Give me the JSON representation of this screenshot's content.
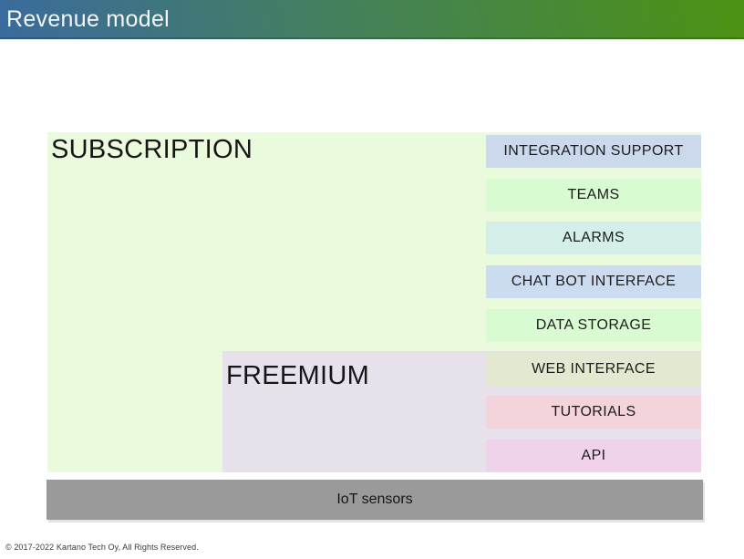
{
  "header": {
    "title": "Revenue model",
    "gradient_from": "#3a6b9e",
    "gradient_to": "#4c9212"
  },
  "tiers": {
    "subscription": {
      "label": "SUBSCRIPTION",
      "color": "#eafadd"
    },
    "freemium": {
      "label": "FREEMIUM",
      "color": "#e6e1eb"
    }
  },
  "features": [
    {
      "label": "INTEGRATION SUPPORT",
      "color": "#ccd9ec",
      "tier": "subscription"
    },
    {
      "label": "TEAMS",
      "color": "#d8fbd2",
      "tier": "subscription"
    },
    {
      "label": "ALARMS",
      "color": "#d4eeea",
      "tier": "subscription"
    },
    {
      "label": "CHAT BOT INTERFACE",
      "color": "#ccdcf0",
      "tier": "subscription"
    },
    {
      "label": "DATA STORAGE",
      "color": "#d9fbd2",
      "tier": "subscription"
    },
    {
      "label": "WEB INTERFACE",
      "color": "#e3e9d1",
      "tier": "freemium"
    },
    {
      "label": "TUTORIALS",
      "color": "#f2d4da",
      "tier": "freemium"
    },
    {
      "label": "API",
      "color": "#f0d3ea",
      "tier": "freemium"
    }
  ],
  "base": {
    "label": "IoT sensors",
    "color": "#9a9a9a"
  },
  "footer": {
    "copyright": "© 2017-2022 Kartano Tech Oy, All Rights Reserved."
  }
}
